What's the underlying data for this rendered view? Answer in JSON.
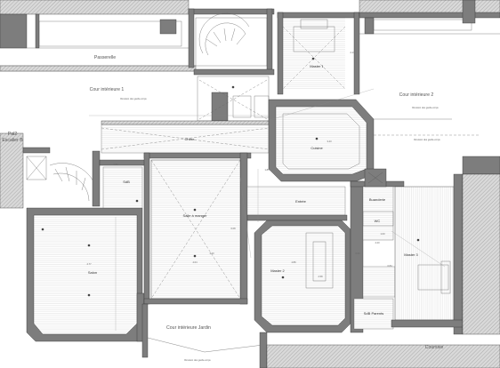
{
  "plan": {
    "areas": {
      "passerelle": "Passerelle",
      "cour_interieure_1": "Cour intérieure 1",
      "cour_interieure_2": "Cour intérieure 2",
      "cour_interieure_jardin": "Cour intérieure Jardin",
      "coursive": "Coursive"
    },
    "stair": {
      "line1": "Pal2",
      "line2": "Escalier B"
    },
    "rooms": {
      "salon": "Salon",
      "salle_a_manger": "Salle à manger",
      "chbre": "Chbre",
      "cuisine": "Cuisine",
      "master_1": "Master 1",
      "master_2": "Master 2",
      "master_3": "Master 3",
      "entree": "Entrée",
      "wc": "WC",
      "sdb": "SdB",
      "sdb_parents": "SdB Parents",
      "buanderie": "Buanderie"
    },
    "notes": {
      "garde_corps_top": "Révision des garde-corps",
      "garde_corps_right": "Révision des garde-corps",
      "garde_corps_bottom": "Révision des garde-corps",
      "garde_corps_cour2": "Révision des garde-corps"
    },
    "dimensions": {
      "d1": "4.77",
      "d2": "4.04",
      "d3": "3.43",
      "d4": "2.80",
      "d5": "6.08",
      "d6": "2.58",
      "d7": "4.89",
      "d8": "3.20",
      "d9": "2.13",
      "d10": "4.20",
      "d11": "0.60",
      "d12": "1.00",
      "d13": "0.84",
      "d14": "1.85"
    }
  }
}
